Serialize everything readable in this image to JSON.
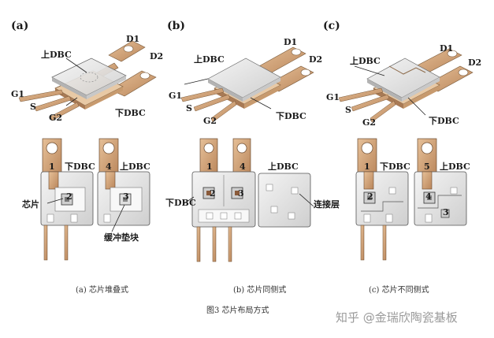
{
  "panels": {
    "a": {
      "tag": "(a)",
      "top": {
        "d1": "D1",
        "d2": "D2",
        "upper_dbc": "上DBC",
        "lower_dbc": "下DBC",
        "g1": "G1",
        "s": "S",
        "g2": "G2"
      },
      "bottom": {
        "n1": "1",
        "n2": "2",
        "n3": "3",
        "n4": "4",
        "lower_dbc": "下DBC",
        "upper_dbc": "上DBC",
        "chip": "芯片",
        "buffer": "缓冲垫块"
      },
      "subcaption": "(a) 芯片堆叠式"
    },
    "b": {
      "tag": "(b)",
      "top": {
        "d1": "D1",
        "d2": "D2",
        "upper_dbc": "上DBC",
        "lower_dbc": "下DBC",
        "g1": "G1",
        "s": "S",
        "g2": "G2"
      },
      "bottom": {
        "n1": "1",
        "n2": "2",
        "n3": "3",
        "n4": "4",
        "lower_dbc": "下DBC",
        "upper_dbc": "上DBC",
        "connect": "连接层"
      },
      "subcaption": "(b) 芯片同侧式"
    },
    "c": {
      "tag": "(c)",
      "top": {
        "d1": "D1",
        "d2": "D2",
        "upper_dbc": "上DBC",
        "lower_dbc": "下DBC",
        "g1": "G1",
        "s": "S",
        "g2": "G2"
      },
      "bottom": {
        "n1": "1",
        "n2": "2",
        "n3": "3",
        "n4": "4",
        "n5": "5",
        "lower_dbc": "下DBC",
        "upper_dbc": "上DBC"
      },
      "subcaption": "(c) 芯片不同侧式"
    }
  },
  "figure_caption": "图3 芯片布局方式",
  "watermark": "知乎 @金瑞欣陶瓷基板"
}
